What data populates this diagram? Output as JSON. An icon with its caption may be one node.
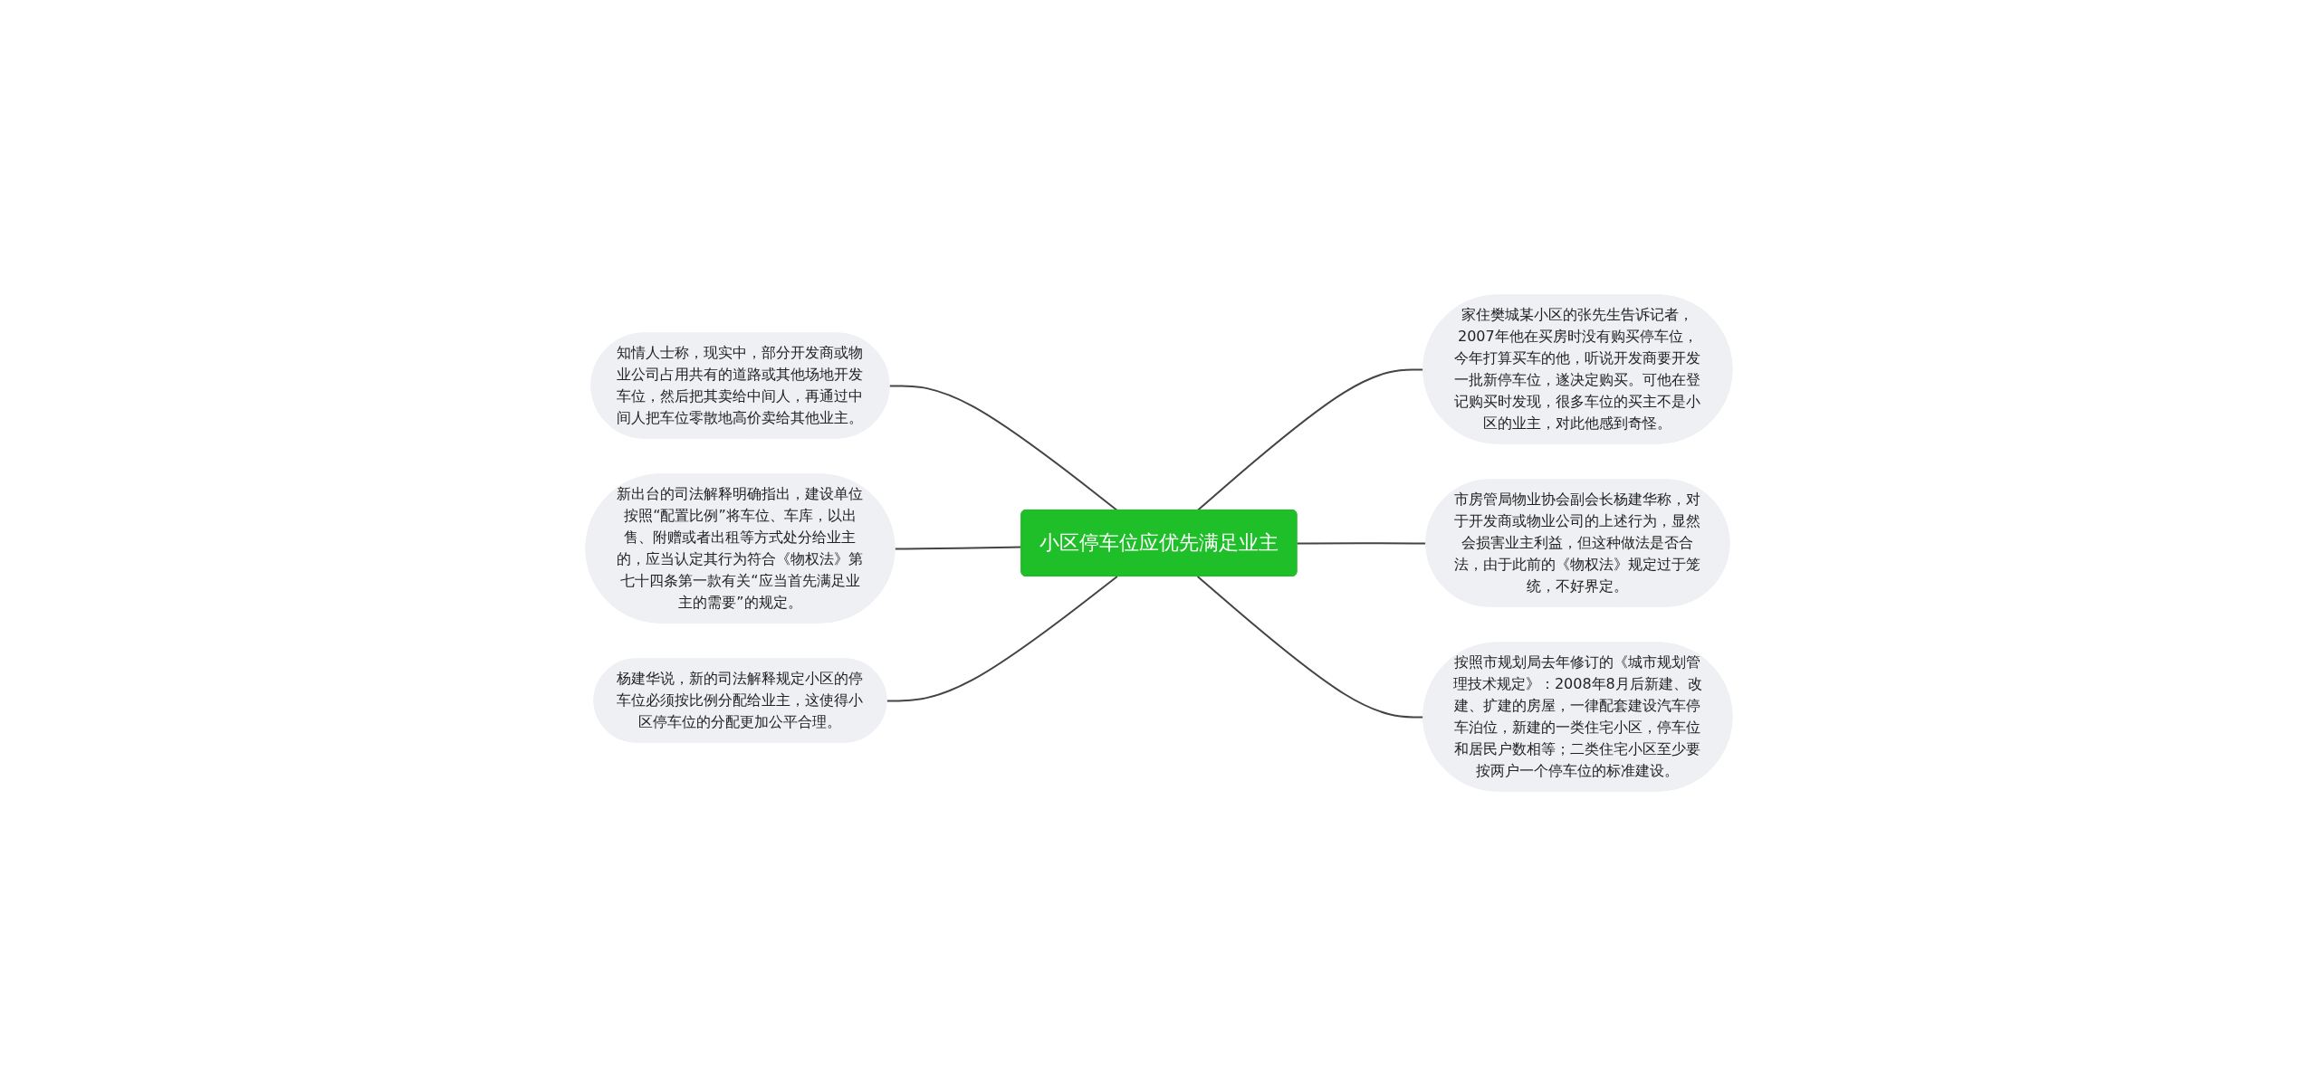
{
  "diagram": {
    "nodes": [
      {
        "text": [
          "小区停车位应优先满足业主"
        ]
      },
      {
        "text": [
          "知情人士称，现实中，部分开发商或物业公司占用共有的道路或其他场地开发车位，然后把其卖给中间人，再通过中间人把车位零散地高价卖给其他业主。"
        ]
      },
      {
        "text": [
          "新出台的司法解释明确指出，建设单位按照“配置比例”将车位、车库，以出售、附赠或者出租等方式处分给业主的，应当认定其行为符合《物权法》第七十四条第一款有关“应当首先满足业主的需要”的规定。"
        ]
      },
      {
        "text": [
          "杨建华说，新的司法解释规定小区的停车位必须按比例分配给业主，这使得小区停车位的分配更加公平合理。"
        ]
      },
      {
        "text": [
          "家住樊城某小区的张先生告诉记者，2007年他在买房时没有购买停车位，今年打算买车的他，听说开发商要开发一批新停车位，遂决定购买。可他在登记购买时发现，很多车位的买主不是小区的业主，对此他感到奇怪。"
        ]
      },
      {
        "text": [
          "市房管局物业协会副会长杨建华称，对于开发商或物业公司的上述行为，显然会损害业主利益，但这种做法是否合法，由于此前的《物权法》规定过于笼统，不好界定。"
        ]
      },
      {
        "text": [
          "按照市规划局去年修订的《城市规划管理技术规定》：2008年8月后新建、改建、扩建的房屋，一律配套建设汽车停车泊位，新建的一类住宅小区，停车位和居民户数相等；二类住宅小区至少要按两户一个停车位的标准建设。"
        ]
      }
    ],
    "edges": [
      {
        "from": 1,
        "to": 0,
        "arrow": "none"
      },
      {
        "from": 2,
        "to": 0,
        "arrow": "none"
      },
      {
        "from": 3,
        "to": 0,
        "arrow": "none"
      },
      {
        "from": 0,
        "to": 4,
        "arrow": "none"
      },
      {
        "from": 0,
        "to": 5,
        "arrow": "none"
      },
      {
        "from": 0,
        "to": 6,
        "arrow": "none"
      }
    ]
  }
}
